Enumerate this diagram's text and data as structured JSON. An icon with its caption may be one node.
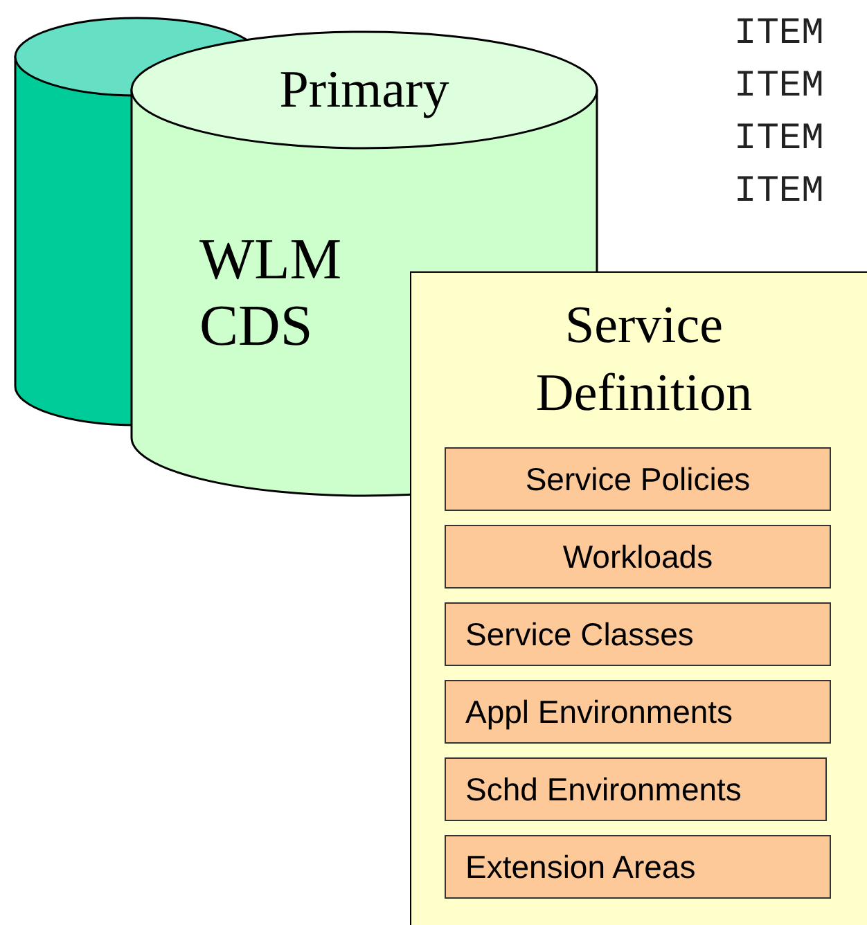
{
  "diagram": {
    "nodes": [
      {
        "text": [],
        "shape": "cylinder"
      },
      {
        "text": [
          "Primary",
          "WLM CDS"
        ]
      },
      {
        "text": [
          "Service Definition"
        ]
      },
      {
        "text": [
          "Service Policies"
        ],
        "in": 2
      },
      {
        "text": [
          "Workloads"
        ],
        "in": 2
      },
      {
        "text": [
          "Service Classes"
        ],
        "in": 2
      },
      {
        "text": [
          "Appl Environments"
        ],
        "in": 2
      },
      {
        "text": [
          "Schd Environments"
        ],
        "in": 2
      },
      {
        "text": [
          "Extension Areas"
        ],
        "in": 2
      }
    ],
    "labels": [
      "ITEM",
      "ITEM",
      "ITEM",
      "ITEM"
    ]
  }
}
